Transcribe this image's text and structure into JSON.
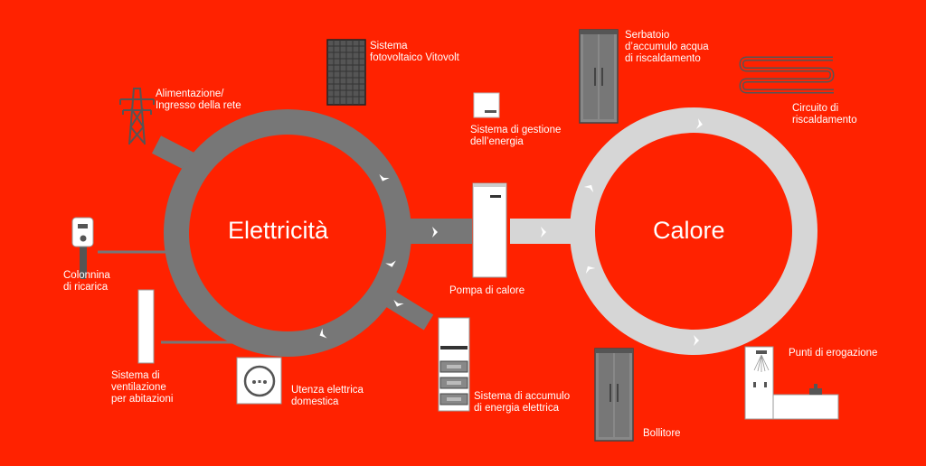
{
  "hubs": {
    "electricity": "Elettricità",
    "heat": "Calore"
  },
  "labels": {
    "photovoltaic": "Sistema\nfotovoltaico Vitovolt",
    "grid": "Alimentazione/\nIngresso della rete",
    "energy_management": "Sistema di gestione\ndell’energia",
    "heating_buffer": "Serbatoio\nd’accumulo acqua\ndi riscaldamento",
    "heating_circuit": "Circuito di\nriscaldamento",
    "charging_station": "Colonnina\ndi ricarica",
    "heat_pump": "Pompa di calore",
    "ventilation": "Sistema di\nventilazione\nper abitazioni",
    "household_consumer": "Utenza elettrica\ndomestica",
    "battery_storage": "Sistema di accumulo\ndi energia elettrica",
    "tap_points": "Punti di erogazione",
    "dhw_cylinder": "Bollitore"
  },
  "colors": {
    "background": "#ff2200",
    "electricity_ring": "#777777",
    "heat_ring": "#d6d6d6",
    "device_dark": "#555555",
    "device_light": "#ffffff",
    "text": "#ffffff"
  }
}
